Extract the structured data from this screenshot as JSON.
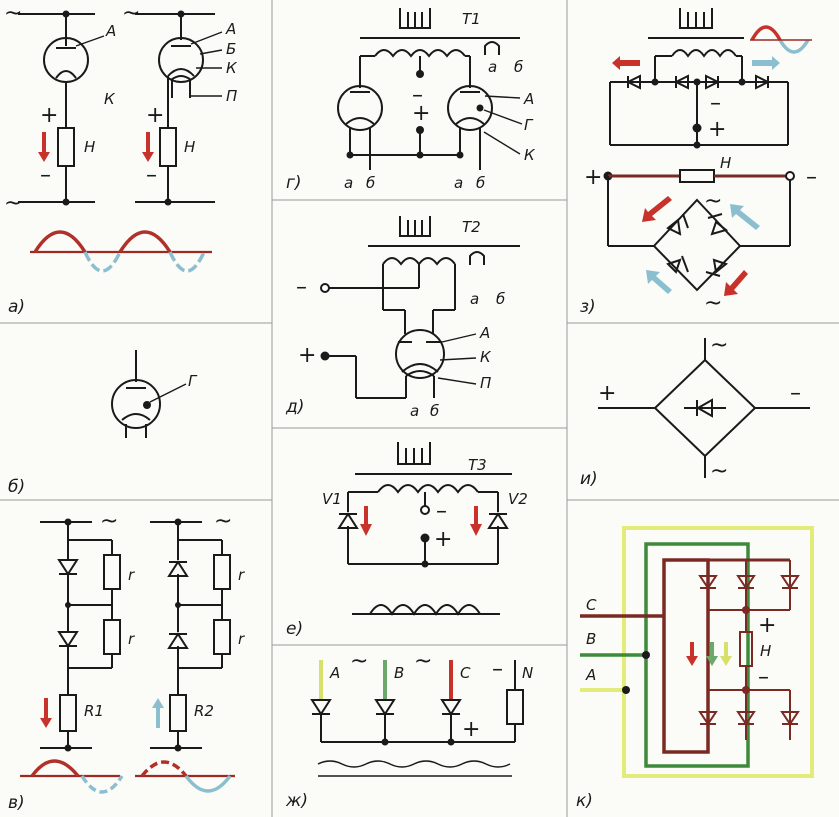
{
  "panels": {
    "a": {
      "caption": "а)",
      "tube1": {
        "anode": "А",
        "cathode": "К"
      },
      "tube2": {
        "anode": "А",
        "b": "Б",
        "cathode": "К",
        "heater": "П"
      },
      "load": "Н",
      "plus": "+",
      "minus": "–",
      "ac": "~"
    },
    "b": {
      "caption": "б)",
      "grid": "Г"
    },
    "v": {
      "caption": "в)",
      "r": "r",
      "r1": "R1",
      "r2": "R2",
      "ac": "~"
    },
    "g": {
      "caption": "г)",
      "transformer": "T1",
      "anode": "А",
      "grid": "Г",
      "cathode": "К",
      "alpha": "а",
      "beta": "б",
      "plus": "+",
      "minus": "–"
    },
    "d": {
      "caption": "д)",
      "transformer": "T2",
      "anode": "А",
      "cathode": "К",
      "heater": "П",
      "alpha": "а",
      "beta": "б",
      "plus": "+",
      "minus": "–"
    },
    "e": {
      "caption": "е)",
      "transformer": "T3",
      "v1": "V1",
      "v2": "V2",
      "plus": "+",
      "minus": "–"
    },
    "zh": {
      "caption": "ж)",
      "phase_a": "A",
      "phase_b": "B",
      "phase_c": "C",
      "neutral": "N",
      "plus": "+",
      "minus": "–",
      "ac": "~"
    },
    "z": {
      "caption": "з)",
      "load": "Н",
      "plus": "+",
      "minus": "–",
      "ac": "~"
    },
    "i": {
      "caption": "и)",
      "plus": "+",
      "minus": "–",
      "ac": "~"
    },
    "k": {
      "caption": "к)",
      "phase_c": "С",
      "phase_b": "В",
      "phase_a": "А",
      "load": "Н",
      "plus": "+",
      "minus": "–"
    }
  },
  "colors": {
    "red": "#c8322a",
    "blue": "#8bbfd0",
    "green": "#3d8a3a",
    "yellow": "#e3ec7a",
    "wire_dark": "#7a2a22"
  }
}
